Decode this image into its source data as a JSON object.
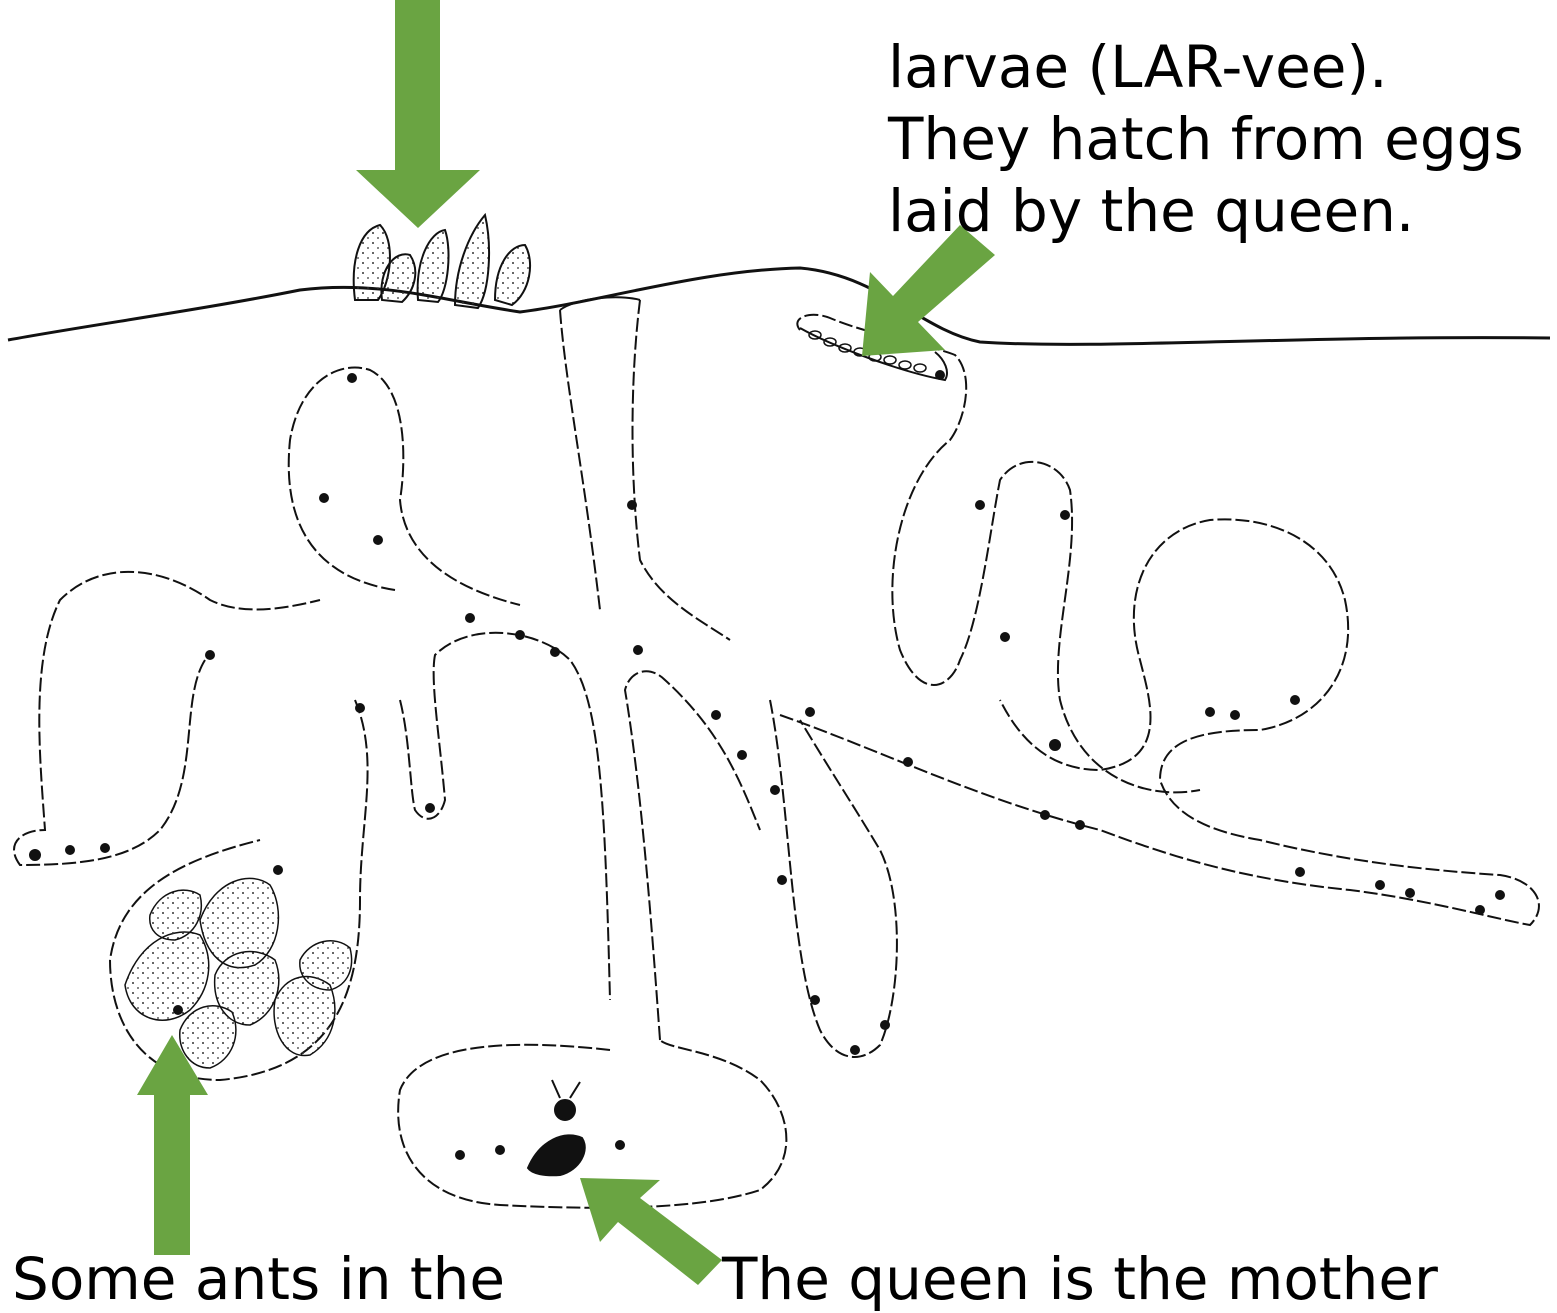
{
  "diagram": {
    "colors": {
      "arrow": "#6aa442",
      "line": "#111111",
      "background": "#ffffff"
    },
    "captions": {
      "top_right": [
        "larvae (LAR-vee).",
        "They hatch from eggs",
        "laid by the queen."
      ],
      "bottom_left": "Some ants in the",
      "bottom_right": "The queen is the mother"
    },
    "arrows": [
      {
        "name": "arrow-to-garden",
        "direction": "down",
        "points_to": "garden at surface"
      },
      {
        "name": "arrow-to-larvae",
        "direction": "down-left",
        "points_to": "larvae chamber"
      },
      {
        "name": "arrow-to-fungus",
        "direction": "up",
        "points_to": "fungus chamber"
      },
      {
        "name": "arrow-to-queen",
        "direction": "up-left",
        "points_to": "queen chamber"
      }
    ]
  }
}
